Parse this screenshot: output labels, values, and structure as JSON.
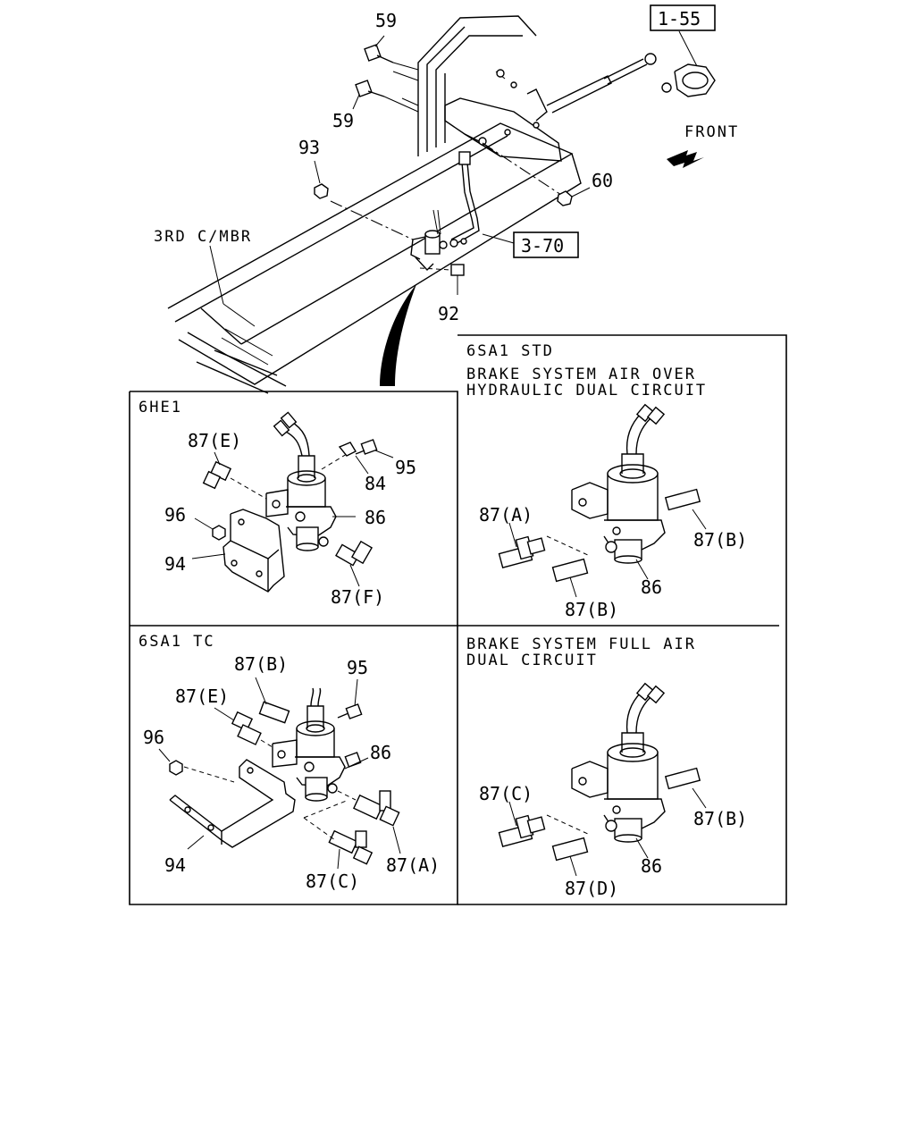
{
  "refs": {
    "ref_1_55": "1-55",
    "ref_3_70": "3-70"
  },
  "top_labels": {
    "l59a": "59",
    "l59b": "59",
    "l93": "93",
    "l60": "60",
    "l92": "92",
    "third_cmbr": "3RD C/MBR",
    "front": "FRONT"
  },
  "panels": {
    "hei": {
      "title": "6HE1",
      "labels": {
        "e": "87(E)",
        "p96": "96",
        "p94": "94",
        "p84": "84",
        "p95": "95",
        "p86": "86",
        "f": "87(F)"
      }
    },
    "tc": {
      "title": "6SA1 TC",
      "labels": {
        "b": "87(B)",
        "e": "87(E)",
        "p95": "95",
        "p96": "96",
        "p86": "86",
        "p94": "94",
        "c": "87(C)",
        "a": "87(A)"
      }
    },
    "std": {
      "title": "6SA1 STD",
      "subtitle_1": "BRAKE SYSTEM AIR OVER",
      "subtitle_2": "HYDRAULIC DUAL CIRCUIT",
      "labels": {
        "a": "87(A)",
        "b_right": "87(B)",
        "p86": "86",
        "b_bottom": "87(B)"
      }
    },
    "full": {
      "subtitle_1": "BRAKE SYSTEM FULL AIR",
      "subtitle_2": "DUAL CIRCUIT",
      "labels": {
        "c": "87(C)",
        "b": "87(B)",
        "p86": "86",
        "d": "87(D)"
      }
    }
  }
}
